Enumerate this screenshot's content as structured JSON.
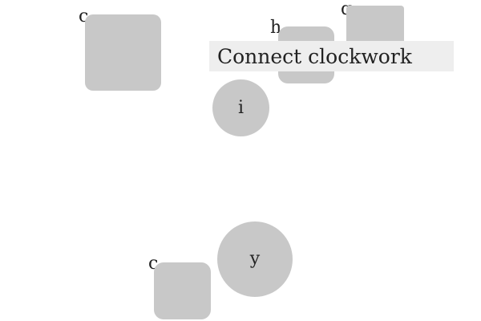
{
  "labels": {
    "c_top": "c",
    "h": "h",
    "q": "q",
    "i": "i",
    "y": "y",
    "c_bottom": "c"
  },
  "banner": {
    "text": "Connect clockwork"
  },
  "colors": {
    "shape_fill": "#c8c8c8",
    "banner_fill": "#eeeeee",
    "text": "#222222"
  }
}
